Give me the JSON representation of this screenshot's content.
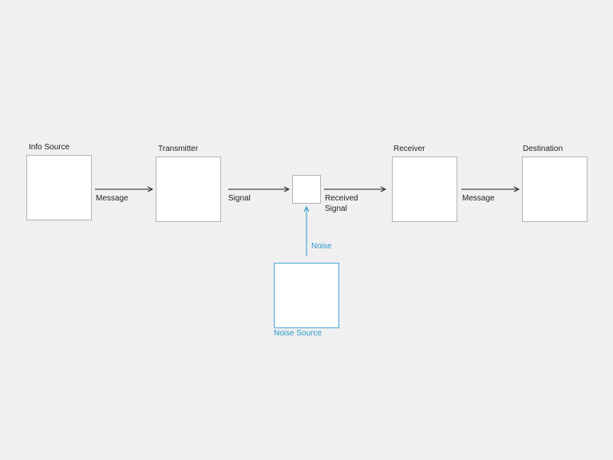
{
  "nodes": {
    "info_source": "Info Source",
    "transmitter": "Transmitter",
    "receiver": "Receiver",
    "destination": "Destination",
    "noise_source": "Noise Source"
  },
  "edges": {
    "message_1": "Message",
    "signal": "Signal",
    "received_signal_line1": "Received",
    "received_signal_line2": "Signal",
    "message_2": "Message",
    "noise": "Noise"
  },
  "colors": {
    "box_border": "#b3b3b3",
    "noise_blue": "#2a97c9",
    "background": "#f0f0f0"
  }
}
